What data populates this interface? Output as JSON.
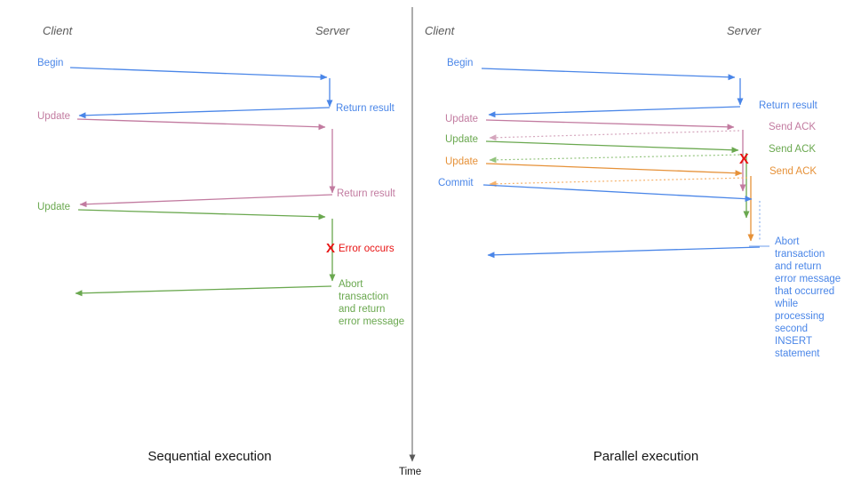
{
  "colors": {
    "blue": "#4a86e8",
    "pink": "#c27ba0",
    "green": "#6aa84f",
    "orange": "#e69138",
    "red": "#e81313",
    "lightblue": "#8ab0f0",
    "lightpink": "#d5a6bd",
    "lightgreen": "#93c47d",
    "lightorange": "#f6b26b",
    "gray": "#595959"
  },
  "time_axis": {
    "label": "Time"
  },
  "sequential": {
    "title": "Sequential execution",
    "client_header": "Client",
    "server_header": "Server",
    "labels": {
      "begin": "Begin",
      "return_result_1": "Return result",
      "update_1": "Update",
      "return_result_2": "Return result",
      "update_2": "Update",
      "error_x": "X",
      "error_occurs": "Error occurs",
      "abort": "Abort\ntransaction\nand return\nerror message"
    }
  },
  "parallel": {
    "title": "Parallel execution",
    "client_header": "Client",
    "server_header": "Server",
    "labels": {
      "begin": "Begin",
      "return_result": "Return result",
      "update_1": "Update",
      "send_ack_1": "Send ACK",
      "update_2": "Update",
      "send_ack_2": "Send ACK",
      "update_3": "Update",
      "send_ack_3": "Send ACK",
      "commit": "Commit",
      "error_x": "X",
      "abort": "Abort\ntransaction\nand return\nerror message\nthat occurred\nwhile\nprocessing\nsecond\nINSERT\nstatement"
    }
  }
}
